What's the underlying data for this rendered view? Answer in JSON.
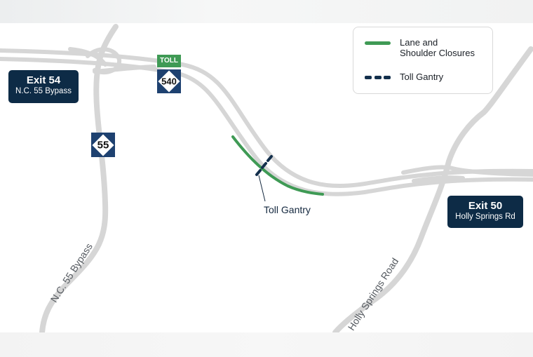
{
  "map": {
    "legend": {
      "items": [
        {
          "label_line1": "Lane and",
          "label_line2": "Shoulder Closures",
          "swatch": "solid-line",
          "color": "#3f9a55"
        },
        {
          "label_line1": "Toll Gantry",
          "swatch": "dashed-line",
          "color": "#132f4c"
        }
      ]
    },
    "exit_signs": [
      {
        "title": "Exit 54",
        "subtitle": "N.C. 55 Bypass"
      },
      {
        "title": "Exit 50",
        "subtitle": "Holly Springs Rd"
      }
    ],
    "shields": [
      {
        "route": "540",
        "tag": "TOLL",
        "tag_color": "#3f9a55"
      },
      {
        "route": "55"
      }
    ],
    "road_labels": [
      {
        "label": "N.C. 55 Bypass"
      },
      {
        "label": "Holly Springs Road"
      }
    ],
    "callouts": [
      {
        "label": "Toll Gantry"
      }
    ],
    "colors": {
      "road": "#d6d6d6",
      "closure": "#3f9a55",
      "gantry": "#132f4c",
      "sign_bg": "#0d2b46",
      "shield_bg": "#1e4170"
    }
  }
}
